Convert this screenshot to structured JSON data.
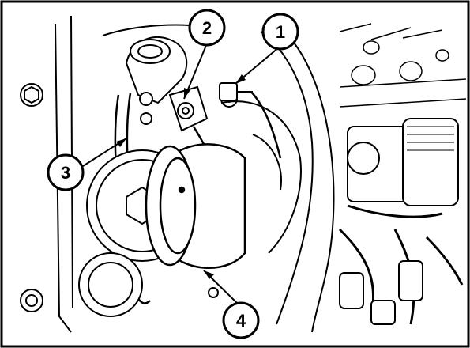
{
  "figure": {
    "callouts": [
      {
        "id": "1",
        "label": "1"
      },
      {
        "id": "2",
        "label": "2"
      },
      {
        "id": "3",
        "label": "3"
      },
      {
        "id": "4",
        "label": "4"
      }
    ]
  },
  "colors": {
    "ink": "#000000",
    "paper": "#ffffff"
  }
}
